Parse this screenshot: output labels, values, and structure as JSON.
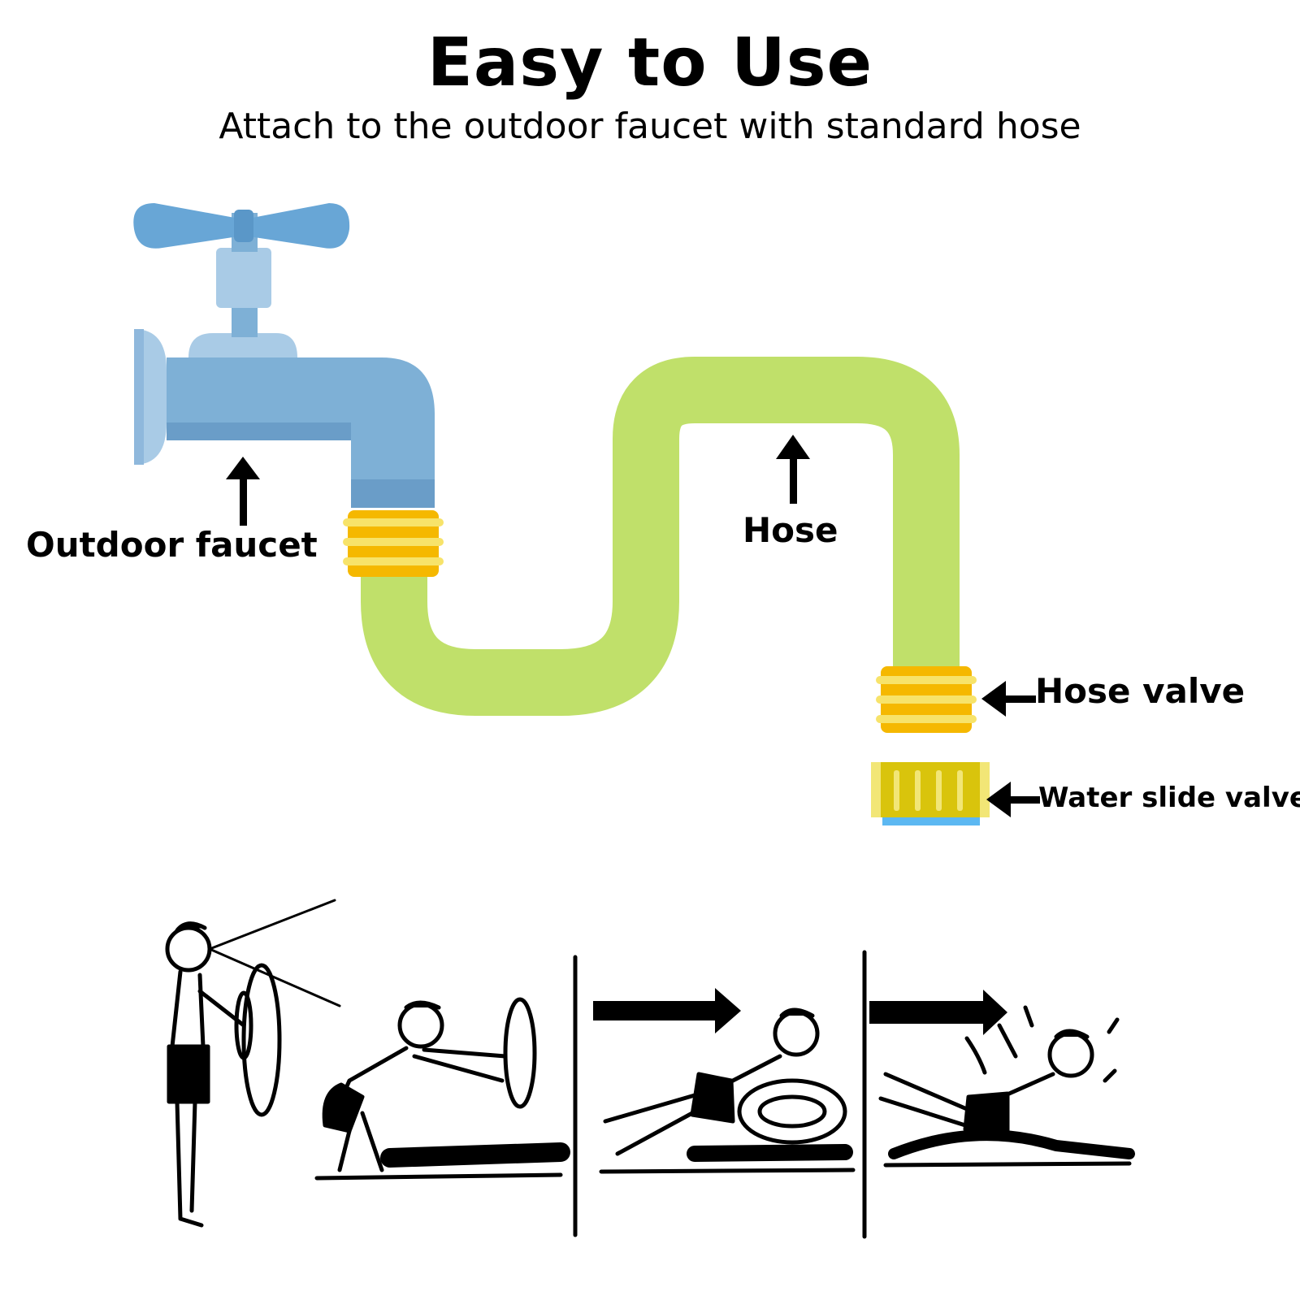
{
  "header": {
    "title": "Easy to Use",
    "subtitle": "Attach to the outdoor faucet with standard hose"
  },
  "labels": {
    "outdoor_faucet": "Outdoor faucet",
    "hose": "Hose",
    "hose_valve": "Hose valve",
    "water_slide_valve": "Water slide valve"
  },
  "colors": {
    "faucet_blue": "#7eb0d6",
    "faucet_dark": "#6a9dc8",
    "faucet_light": "#a9cbe6",
    "hose_green": "#c0e06a",
    "coupling_orange": "#f5b800",
    "coupling_stripe": "#f7e36a",
    "slide_valve_yellow": "#d9c40c",
    "slide_valve_blue": "#5cb8f2"
  },
  "illustration": {
    "description_icon": "water-slide-steps-illustration"
  }
}
